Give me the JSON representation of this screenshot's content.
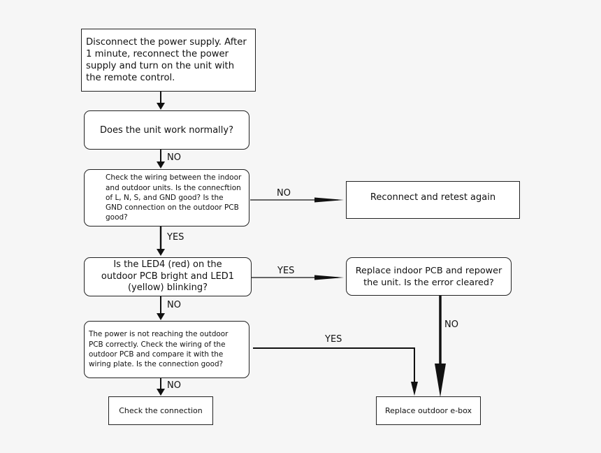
{
  "diagram": {
    "steps": {
      "disconnect": "Disconnect the power supply. After 1 minute, reconnect the power supply and turn on the unit with the remote control.",
      "work_normally": "Does the unit work normally?",
      "check_wiring": "Check the wiring between the indoor and outdoor units. Is the connecftion of L, N, S, and GND good? Is the GND connection on the outdoor PCB good?",
      "reconnect": "Reconnect and retest again",
      "led_check": "Is the LED4 (red) on the outdoor PCB bright and LED1 (yellow) blinking?",
      "replace_indoor": "Replace indoor PCB and repower the unit. Is the error cleared?",
      "power_check": "The power is not reaching the outdoor PCB correctly. Check the wiring of the outdoor PCB and compare it with the wiring plate. Is the connection good?",
      "check_connection": "Check the connection",
      "replace_outdoor": "Replace outdoor e-box"
    },
    "labels": {
      "no_1": "NO",
      "no_2": "NO",
      "yes_1": "YES",
      "yes_2": "YES",
      "no_3": "NO",
      "no_4": "NO",
      "yes_3": "YES",
      "no_5": "NO"
    },
    "colors": {
      "background": "#f6f6f6",
      "box_fill": "#ffffff",
      "line": "#111111"
    }
  }
}
